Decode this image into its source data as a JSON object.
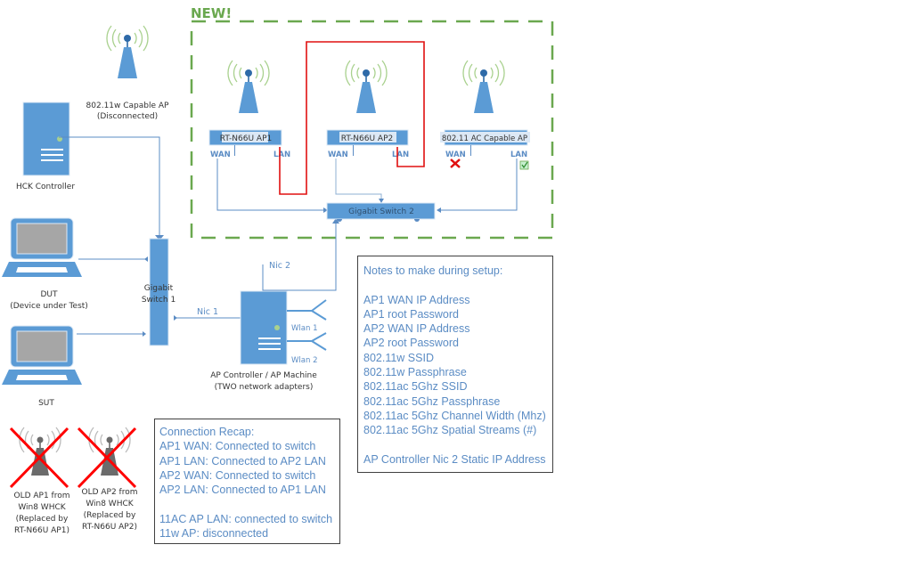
{
  "new_section": {
    "label": "NEW!",
    "border_color": "#6aa84f"
  },
  "colors": {
    "device_blue": "#5b9bd5",
    "line_blue": "#5b8cc4",
    "crossover_red": "#e01010",
    "wifi_green": "#a9d18e",
    "cross_red": "#ff0000"
  },
  "devices": {
    "ap_11w": {
      "label_line1": "802.11w Capable AP",
      "label_line2": "(Disconnected)"
    },
    "hck_controller": {
      "label": "HCK Controller"
    },
    "dut": {
      "label_line1": "DUT",
      "label_line2": "(Device under Test)"
    },
    "sut": {
      "label": "SUT"
    },
    "switch1": {
      "label_line1": "Gigabit",
      "label_line2": "Switch 1"
    },
    "switch2": {
      "label": "Gigabit Switch 2"
    },
    "ap_controller": {
      "label_line1": "AP Controller / AP Machine",
      "label_line2": "(TWO network adapters)",
      "nic1": "Nic 1",
      "nic2": "Nic 2",
      "wlan1": "Wlan 1",
      "wlan2": "Wlan 2"
    },
    "ap1": {
      "label": "RT-N66U AP1",
      "wan": "WAN",
      "lan": "LAN"
    },
    "ap2": {
      "label": "RT-N66U AP2",
      "wan": "WAN",
      "lan": "LAN"
    },
    "ap_ac": {
      "label": "802.11 AC Capable AP",
      "wan": "WAN",
      "lan": "LAN",
      "wan_status": "disconnected",
      "lan_status": "connected"
    },
    "old_ap1": {
      "lines": [
        "OLD AP1 from",
        "Win8 WHCK",
        "(Replaced by",
        "RT-N66U AP1)"
      ]
    },
    "old_ap2": {
      "lines": [
        "OLD AP2 from",
        "Win8 WHCK",
        "(Replaced by",
        "RT-N66U AP2)"
      ]
    }
  },
  "connection_recap": {
    "lines": [
      "Connection Recap:",
      "AP1 WAN: Connected to switch",
      "AP1 LAN: Connected to AP2 LAN",
      "AP2 WAN: Connected to switch",
      "AP2 LAN: Connected to AP1 LAN",
      "",
      "11AC AP LAN: connected to switch",
      "11w AP: disconnected"
    ]
  },
  "setup_notes": {
    "lines": [
      "Notes to make during setup:",
      "",
      "AP1 WAN IP Address",
      "AP1 root Password",
      "AP2 WAN IP Address",
      "AP2 root Password",
      "802.11w SSID",
      "802.11w Passphrase",
      "802.11ac 5Ghz SSID",
      "802.11ac 5Ghz Passphrase",
      "802.11ac 5Ghz Channel Width (Mhz)",
      "802.11ac 5Ghz Spatial Streams (#)",
      "",
      "AP Controller Nic 2 Static IP Address"
    ]
  }
}
